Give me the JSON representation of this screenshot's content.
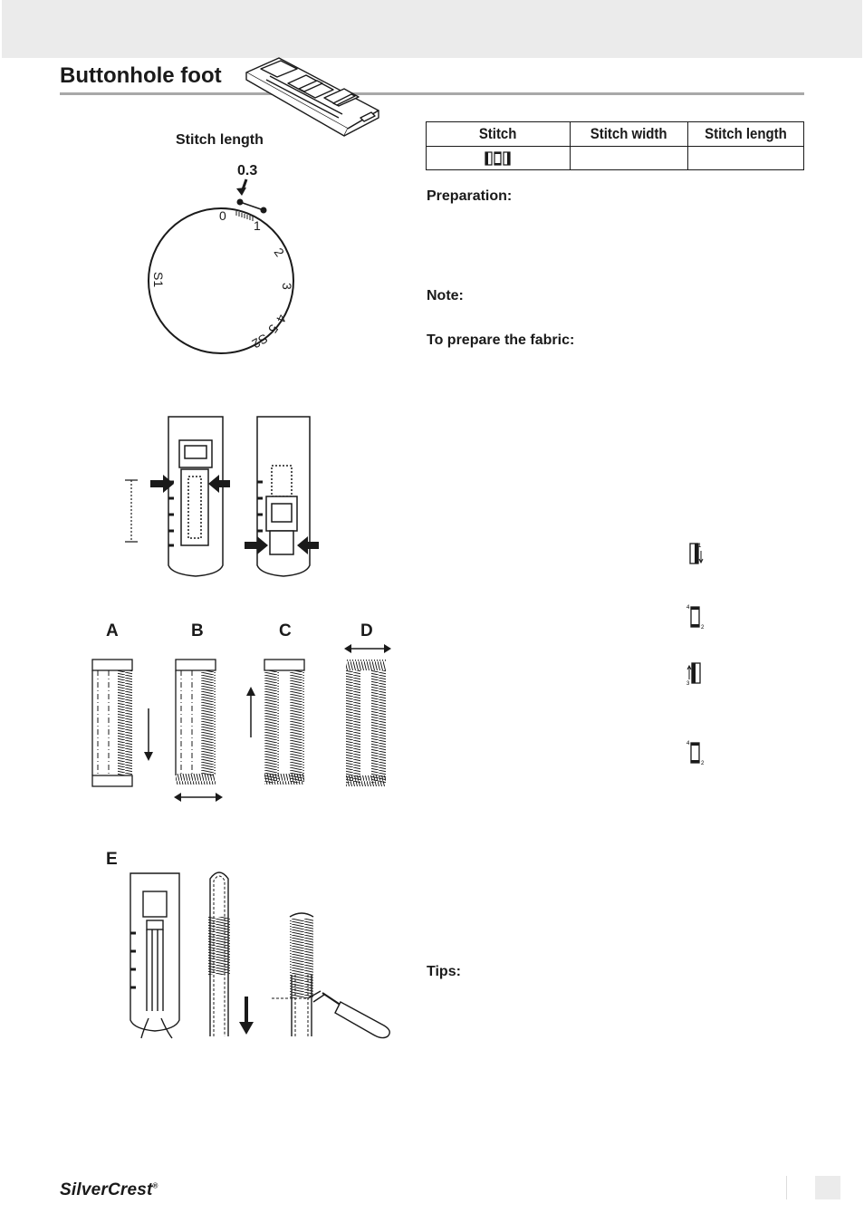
{
  "page": {
    "title": "Buttonhole foot",
    "brand": "SilverCrest",
    "brand_mark": "®"
  },
  "dial_figure": {
    "label": "Stitch length",
    "highlight_value": "0.3",
    "dial_marks": [
      "0",
      "1",
      "2",
      "3",
      "4",
      "5",
      "S1",
      "S2"
    ]
  },
  "figure_letters": [
    "A",
    "B",
    "C",
    "D",
    "E"
  ],
  "settings_table": {
    "headers": [
      "Stitch",
      "Stitch width",
      "Stitch length"
    ],
    "row": [
      "",
      "",
      ""
    ]
  },
  "sections": {
    "preparation": "Preparation:",
    "note": "Note:",
    "fabric": "To prepare the fabric:",
    "tips": "Tips:"
  },
  "step_icons": [
    {
      "name": "buttonhole-step-1-icon",
      "digits": [
        "1"
      ]
    },
    {
      "name": "buttonhole-step-2-icon",
      "digits": [
        "4",
        "2"
      ]
    },
    {
      "name": "buttonhole-step-3-icon",
      "digits": [
        "3"
      ]
    },
    {
      "name": "buttonhole-step-4-icon",
      "digits": [
        "4",
        "2"
      ]
    }
  ]
}
